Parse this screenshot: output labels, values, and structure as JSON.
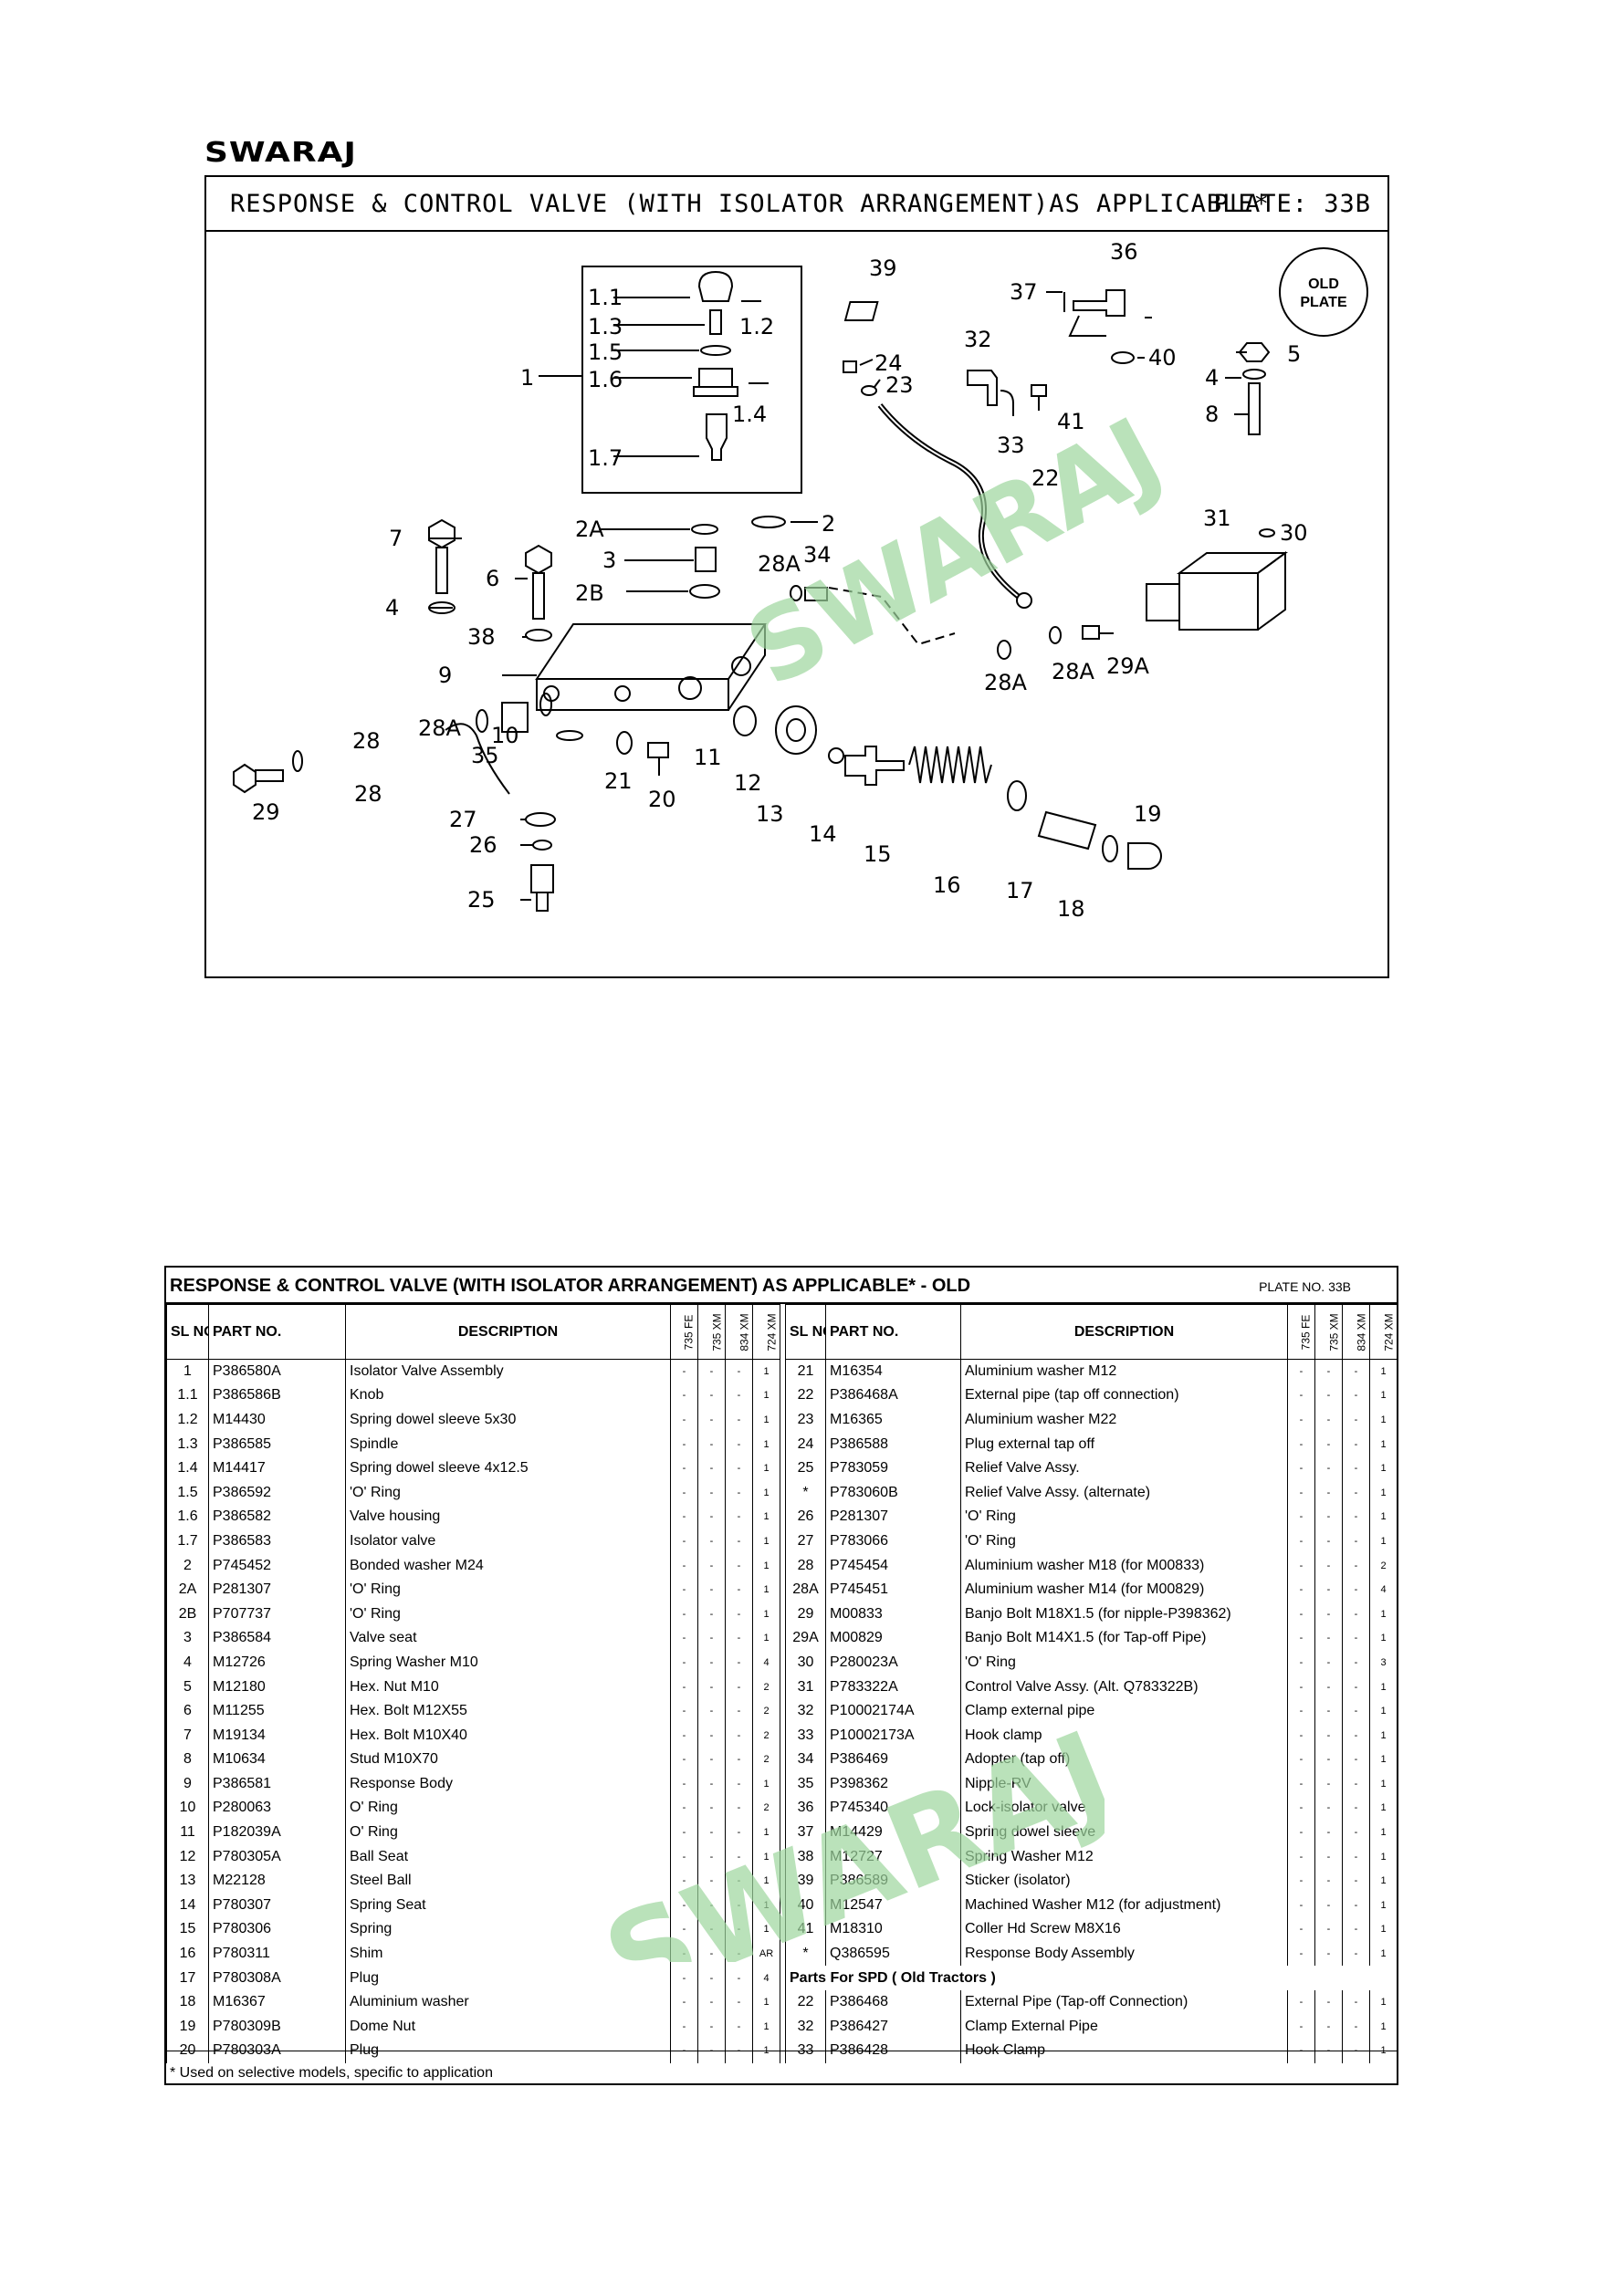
{
  "brand": "SWARAJ",
  "plate": {
    "title": "RESPONSE & CONTROL VALVE (WITH ISOLATOR ARRANGEMENT)AS APPLICABLE*",
    "plate_no": "PLATE: 33B",
    "old_plate_badge": [
      "OLD",
      "PLATE"
    ],
    "watermark": "SWARAJ"
  },
  "callouts": {
    "c1": "1",
    "c1_1": "1.1",
    "c1_2": "1.2",
    "c1_3": "1.3",
    "c1_4": "1.4",
    "c1_5": "1.5",
    "c1_6": "1.6",
    "c1_7": "1.7",
    "c2": "2",
    "c2A": "2A",
    "c2B": "2B",
    "c3": "3",
    "c4a": "4",
    "c4b": "4",
    "c5": "5",
    "c6": "6",
    "c7": "7",
    "c8": "8",
    "c9": "9",
    "c10": "10",
    "c11": "11",
    "c12": "12",
    "c13": "13",
    "c14": "14",
    "c15": "15",
    "c16": "16",
    "c17": "17",
    "c18": "18",
    "c19": "19",
    "c20": "20",
    "c21": "21",
    "c22": "22",
    "c23": "23",
    "c24": "24",
    "c25": "25",
    "c26": "26",
    "c27": "27",
    "c28a": "28",
    "c28b": "28",
    "c28Aa": "28A",
    "c28Ab": "28A",
    "c28Ac": "28A",
    "c28Ad": "28A",
    "c29": "29",
    "c29A": "29A",
    "c30": "30",
    "c31": "31",
    "c32": "32",
    "c33": "33",
    "c34": "34",
    "c35": "35",
    "c36": "36",
    "c37": "37",
    "c38": "38",
    "c39": "39",
    "c40": "40",
    "c41": "41"
  },
  "table": {
    "title": "RESPONSE & CONTROL VALVE (WITH ISOLATOR ARRANGEMENT) AS APPLICABLE* - OLD",
    "plate_no": "PLATE NO. 33B",
    "headers": {
      "sl": "SL NO.",
      "part": "PART NO.",
      "desc": "DESCRIPTION",
      "m1": "735 FE",
      "m2": "735 XM",
      "m3": "834 XM",
      "m4": "724 XM"
    },
    "left_rows": [
      [
        "1",
        "P386580A",
        "Isolator Valve  Assembly",
        "-",
        "-",
        "-",
        "1"
      ],
      [
        "1.1",
        "P386586B",
        "Knob",
        "-",
        "-",
        "-",
        "1"
      ],
      [
        "1.2",
        "M14430",
        "Spring dowel sleeve 5x30",
        "-",
        "-",
        "-",
        "1"
      ],
      [
        "1.3",
        "P386585",
        "Spindle",
        "-",
        "-",
        "-",
        "1"
      ],
      [
        "1.4",
        "M14417",
        "Spring dowel sleeve 4x12.5",
        "-",
        "-",
        "-",
        "1"
      ],
      [
        "1.5",
        "P386592",
        "'O' Ring",
        "-",
        "-",
        "-",
        "1"
      ],
      [
        "1.6",
        "P386582",
        "Valve housing",
        "-",
        "-",
        "-",
        "1"
      ],
      [
        "1.7",
        "P386583",
        "Isolator valve",
        "-",
        "-",
        "-",
        "1"
      ],
      [
        "2",
        "P745452",
        "Bonded washer M24",
        "-",
        "-",
        "-",
        "1"
      ],
      [
        "2A",
        "P281307",
        "'O' Ring",
        "-",
        "-",
        "-",
        "1"
      ],
      [
        "2B",
        "P707737",
        "'O' Ring",
        "-",
        "-",
        "-",
        "1"
      ],
      [
        "3",
        "P386584",
        "Valve seat",
        "-",
        "-",
        "-",
        "1"
      ],
      [
        "4",
        "M12726",
        "Spring Washer M10",
        "-",
        "-",
        "-",
        "4"
      ],
      [
        "5",
        "M12180",
        "Hex. Nut M10",
        "-",
        "-",
        "-",
        "2"
      ],
      [
        "6",
        "M11255",
        "Hex. Bolt M12X55",
        "-",
        "-",
        "-",
        "2"
      ],
      [
        "7",
        "M19134",
        "Hex. Bolt M10X40",
        "-",
        "-",
        "-",
        "2"
      ],
      [
        "8",
        "M10634",
        "Stud M10X70",
        "-",
        "-",
        "-",
        "2"
      ],
      [
        "9",
        "P386581",
        "Response Body",
        "-",
        "-",
        "-",
        "1"
      ],
      [
        "10",
        "P280063",
        "O' Ring",
        "-",
        "-",
        "-",
        "2"
      ],
      [
        "11",
        "P182039A",
        "O' Ring",
        "-",
        "-",
        "-",
        "1"
      ],
      [
        "12",
        "P780305A",
        "Ball Seat",
        "-",
        "-",
        "-",
        "1"
      ],
      [
        "13",
        "M22128",
        "Steel Ball",
        "-",
        "-",
        "-",
        "1"
      ],
      [
        "14",
        "P780307",
        "Spring Seat",
        "-",
        "-",
        "-",
        "1"
      ],
      [
        "15",
        "P780306",
        "Spring",
        "-",
        "-",
        "-",
        "1"
      ],
      [
        "16",
        "P780311",
        "Shim",
        "-",
        "-",
        "-",
        "AR"
      ],
      [
        "17",
        "P780308A",
        "Plug",
        "-",
        "-",
        "-",
        "4"
      ],
      [
        "18",
        "M16367",
        "Aluminium washer",
        "-",
        "-",
        "-",
        "1"
      ],
      [
        "19",
        "P780309B",
        "Dome Nut",
        "-",
        "-",
        "-",
        "1"
      ],
      [
        "20",
        "P780303A",
        "Plug",
        "-",
        "-",
        "-",
        "1"
      ]
    ],
    "right_rows": [
      [
        "21",
        "M16354",
        "Aluminium washer M12",
        "-",
        "-",
        "-",
        "1"
      ],
      [
        "22",
        "P386468A",
        "External  pipe (tap off connection)",
        "-",
        "-",
        "-",
        "1"
      ],
      [
        "23",
        "M16365",
        "Aluminium washer M22",
        "-",
        "-",
        "-",
        "1"
      ],
      [
        "24",
        "P386588",
        "Plug external tap off",
        "-",
        "-",
        "-",
        "1"
      ],
      [
        "25",
        "P783059",
        "Relief Valve Assy.",
        "-",
        "-",
        "-",
        "1"
      ],
      [
        "*",
        "P783060B",
        "Relief Valve Assy. (alternate)",
        "-",
        "-",
        "-",
        "1"
      ],
      [
        "26",
        "P281307",
        "'O' Ring",
        "-",
        "-",
        "-",
        "1"
      ],
      [
        "27",
        "P783066",
        "'O' Ring",
        "-",
        "-",
        "-",
        "1"
      ],
      [
        "28",
        "P745454",
        "Aluminium washer M18 (for M00833)",
        "-",
        "-",
        "-",
        "2"
      ],
      [
        "28A",
        "P745451",
        "Aluminium washer M14 (for M00829)",
        "-",
        "-",
        "-",
        "4"
      ],
      [
        "29",
        "M00833",
        "Banjo Bolt M18X1.5 (for nipple-P398362)",
        "-",
        "-",
        "-",
        "1"
      ],
      [
        "29A",
        "M00829",
        "Banjo Bolt M14X1.5 (for Tap-off Pipe)",
        "-",
        "-",
        "-",
        "1"
      ],
      [
        "30",
        "P280023A",
        "'O' Ring",
        "-",
        "-",
        "-",
        "3"
      ],
      [
        "31",
        "P783322A",
        "Control Valve Assy. (Alt. Q783322B)",
        "-",
        "-",
        "-",
        "1"
      ],
      [
        "32",
        "P10002174A",
        "Clamp external pipe",
        "-",
        "-",
        "-",
        "1"
      ],
      [
        "33",
        "P10002173A",
        "Hook clamp",
        "-",
        "-",
        "-",
        "1"
      ],
      [
        "34",
        "P386469",
        "Adopter (tap off)",
        "-",
        "-",
        "-",
        "1"
      ],
      [
        "35",
        "P398362",
        "Nipple-RV",
        "-",
        "-",
        "-",
        "1"
      ],
      [
        "36",
        "P745340",
        "Lock-isolator valve",
        "-",
        "-",
        "-",
        "1"
      ],
      [
        "37",
        "M14429",
        "Spring dowel sleeve",
        "-",
        "-",
        "-",
        "1"
      ],
      [
        "38",
        "M12727",
        "Spring Washer M12",
        "-",
        "-",
        "-",
        "1"
      ],
      [
        "39",
        "P386589",
        "Sticker (isolator)",
        "-",
        "-",
        "-",
        "1"
      ],
      [
        "40",
        "M12547",
        "Machined Washer  M12 (for adjustment)",
        "-",
        "-",
        "-",
        "1"
      ],
      [
        "41",
        "M18310",
        "Coller Hd Screw M8X16",
        "-",
        "-",
        "-",
        "1"
      ],
      [
        "*",
        "Q386595",
        "Response Body Assembly",
        "-",
        "-",
        "-",
        "1"
      ]
    ],
    "sub_heading": "Parts For SPD ( Old Tractors )",
    "sub_rows": [
      [
        "22",
        "P386468",
        "External  Pipe (Tap-off Connection)",
        "-",
        "-",
        "-",
        "1"
      ],
      [
        "32",
        "P386427",
        "Clamp External Pipe",
        "-",
        "-",
        "-",
        "1"
      ],
      [
        "33",
        "P386428",
        "Hook Clamp",
        "-",
        "-",
        "-",
        "1"
      ]
    ],
    "footnote": "* Used on selective models, specific to application"
  }
}
